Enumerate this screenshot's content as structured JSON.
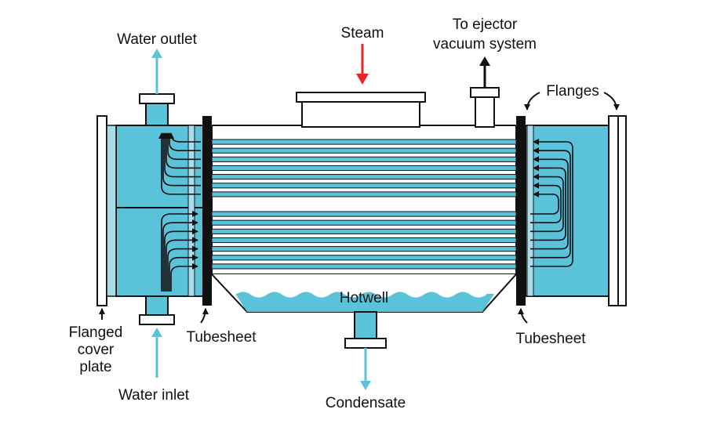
{
  "labels": {
    "water_outlet": "Water outlet",
    "steam": "Steam",
    "ejector_line1": "To ejector",
    "ejector_line2": "vacuum system",
    "flanges": "Flanges",
    "hotwell": "Hotwell",
    "flanged_line1": "Flanged",
    "flanged_line2": "cover",
    "flanged_line3": "plate",
    "tubesheet_left": "Tubesheet",
    "tubesheet_right": "Tubesheet",
    "water_inlet": "Water inlet",
    "condensate": "Condensate"
  },
  "colors": {
    "water": "#5bc3d9",
    "water_light": "#a8dde9",
    "steam_arrow": "#e8242a",
    "outline": "#111111",
    "tubesheet": "#111111",
    "shell_fill": "#ffffff"
  },
  "tube_count": 14
}
